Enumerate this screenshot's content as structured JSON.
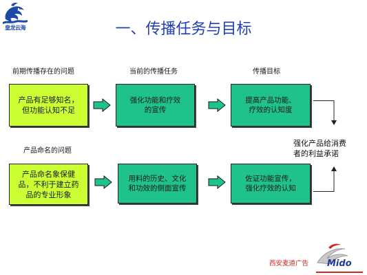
{
  "logo": {
    "text": "皇龙云海",
    "icon": "dragon-logo-icon",
    "color": "#1b4aa6"
  },
  "title": "一、传播任务与目标",
  "labels": {
    "issues_previous": "前期传播存在的问题",
    "current_task": "当前的传播任务",
    "goal": "传播目标",
    "naming_issue": "产品命名的问题"
  },
  "rows": [
    {
      "problem": "产品有足够知名，\n但功能认知不足",
      "task": "强化功能和疗效\n的宣传",
      "target": "提高产品功能、\n疗效的认知度"
    },
    {
      "problem": "产品命名象保健\n品，不利于建立药\n品的专业形象",
      "task": "用料的历史、文化\n和功效的侧面宣传",
      "target": "佐证功能宣传，\n强化疗效的认知"
    }
  ],
  "final_goal": "强化产品给消费\n者的利益承诺",
  "footer": {
    "agency": "西安麦道广告",
    "brand": "Mido",
    "agency_color": "#d0281e",
    "brand_color": "#1f3b98"
  },
  "colors": {
    "title": "#1f3fb5",
    "box_yellow": "#ccff33",
    "box_green": "#1ec28a",
    "arrow": "#1ec28a"
  }
}
